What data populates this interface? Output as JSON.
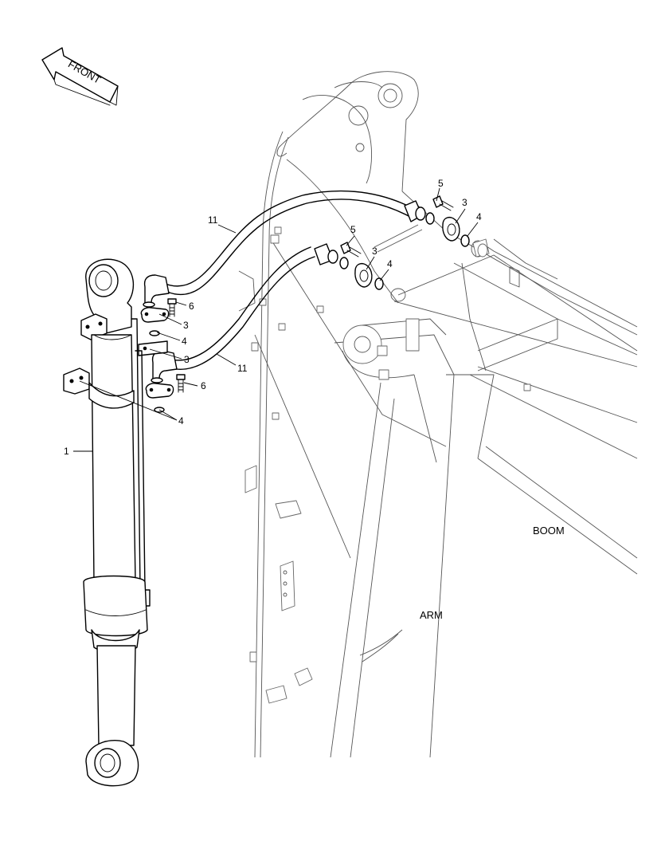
{
  "direction_arrow": {
    "label": "FRONT"
  },
  "region_labels": {
    "boom": "BOOM",
    "arm": "ARM"
  },
  "callouts": [
    {
      "id": "c1",
      "text": "1"
    },
    {
      "id": "c11a",
      "text": "11"
    },
    {
      "id": "c11b",
      "text": "11"
    },
    {
      "id": "c5a",
      "text": "5"
    },
    {
      "id": "c3a",
      "text": "3"
    },
    {
      "id": "c4a",
      "text": "4"
    },
    {
      "id": "c5b",
      "text": "5"
    },
    {
      "id": "c3b",
      "text": "3"
    },
    {
      "id": "c4b",
      "text": "4"
    },
    {
      "id": "c6a",
      "text": "6"
    },
    {
      "id": "c3c",
      "text": "3"
    },
    {
      "id": "c4c",
      "text": "4"
    },
    {
      "id": "c3d",
      "text": "3"
    },
    {
      "id": "c6b",
      "text": "6"
    },
    {
      "id": "c4d",
      "text": "4"
    }
  ]
}
